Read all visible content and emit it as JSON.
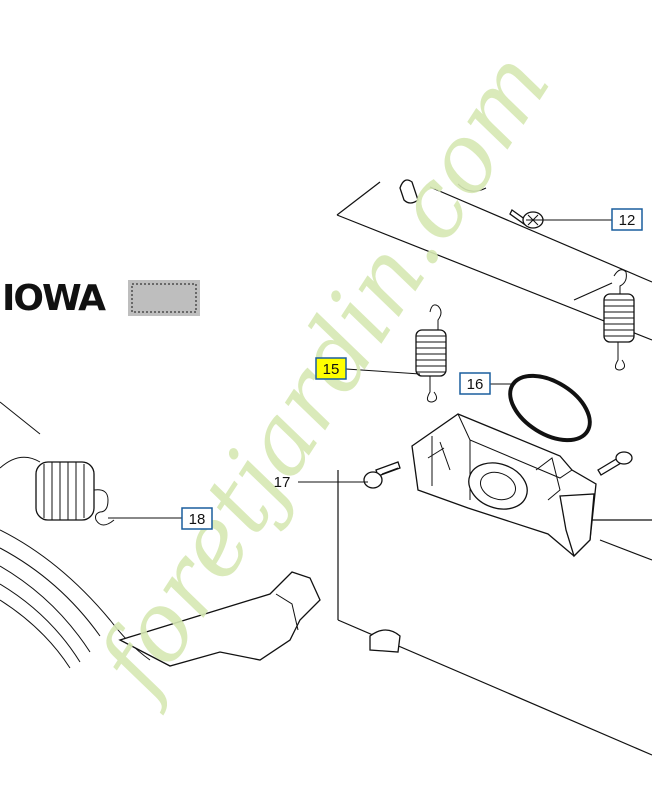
{
  "diagram": {
    "brand_fragment": "IOWA",
    "callouts": [
      {
        "label": "12",
        "highlighted": false
      },
      {
        "label": "15",
        "highlighted": true
      },
      {
        "label": "16",
        "highlighted": false
      },
      {
        "label": "17",
        "highlighted": false
      },
      {
        "label": "18",
        "highlighted": false
      }
    ],
    "colors": {
      "callout_box": "#1a5e9e",
      "highlight_fill": "#ffff00",
      "line_art": "#111111"
    }
  },
  "watermark": {
    "text": "foretjardin.com",
    "colors": {
      "green": "#d6e8b3",
      "orange": "#f5c9a0",
      "gray": "#d7cdc0"
    }
  }
}
